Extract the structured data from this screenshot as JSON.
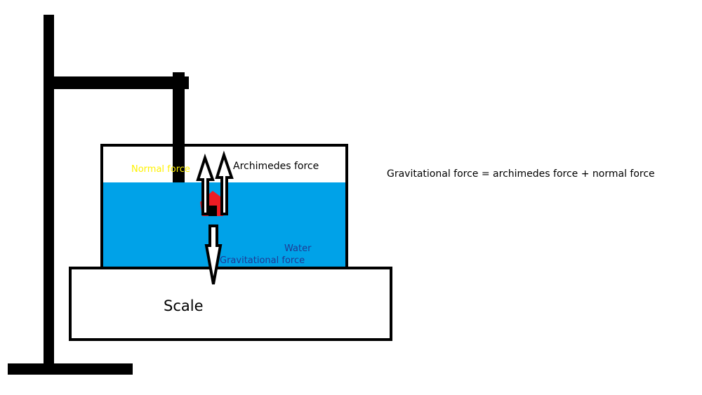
{
  "diagram": {
    "labels": {
      "normal_force": "Normal force",
      "archimedes_force": "Archimedes force",
      "water": "Water",
      "gravitational_force": "Gravitational force",
      "scale": "Scale"
    },
    "equation": "Gravitational force = archimedes force + normal force",
    "colors": {
      "water": "#00a2e8",
      "object": "#ed1c24",
      "normal_force_text": "#fff200",
      "water_text": "#1f3a93",
      "outline": "#000000"
    }
  }
}
